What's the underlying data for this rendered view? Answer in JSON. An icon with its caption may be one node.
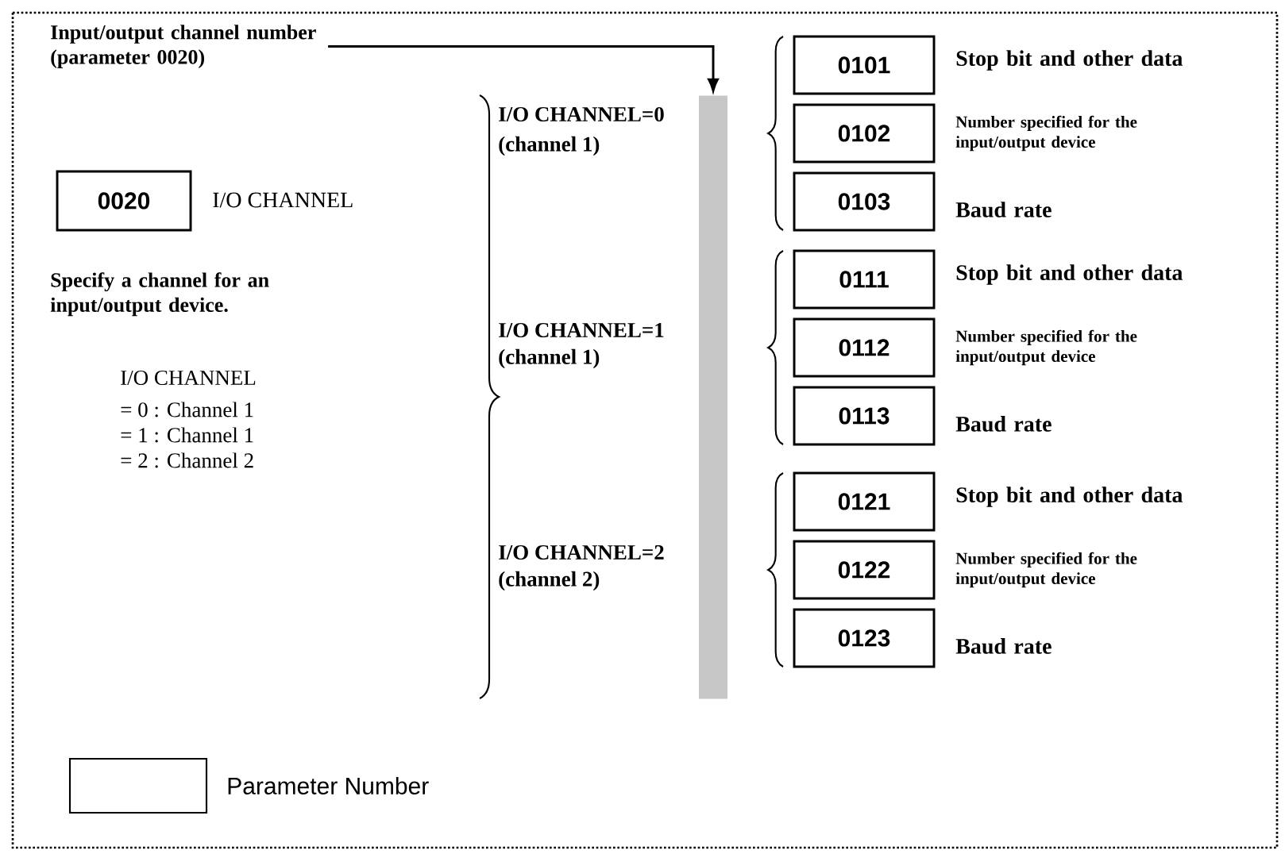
{
  "diagram": {
    "nodes": [
      {
        "text": [
          "Input/output channel number (parameter 0020)"
        ]
      },
      {
        "text": [],
        "shape": "bar"
      },
      {
        "text": [
          "0020"
        ],
        "beside": [
          "I/O CHANNEL"
        ]
      },
      {
        "text": [
          "0101"
        ],
        "beside": [
          "Stop bit and other data"
        ]
      },
      {
        "text": [
          "0102"
        ],
        "beside": [
          "Number specified for the input/output device"
        ]
      },
      {
        "text": [
          "0103"
        ],
        "beside": [
          "Baud rate"
        ]
      },
      {
        "text": [
          "0111"
        ],
        "beside": [
          "Stop bit and other data"
        ]
      },
      {
        "text": [
          "0112"
        ],
        "beside": [
          "Number specified for the input/output device"
        ]
      },
      {
        "text": [
          "0113"
        ],
        "beside": [
          "Baud rate"
        ]
      },
      {
        "text": [
          "0121"
        ],
        "beside": [
          "Stop bit and other data"
        ]
      },
      {
        "text": [
          "0122"
        ],
        "beside": [
          "Number specified for the input/output device"
        ]
      },
      {
        "text": [
          "0123"
        ],
        "beside": [
          "Baud rate"
        ]
      }
    ],
    "edges": [
      {
        "from": 0,
        "to": 1,
        "arrow": "to"
      }
    ],
    "labels": [
      "Specify a channel for an input/output device.",
      "I/O CHANNEL",
      "= 0 : Channel 1",
      "= 1 : Channel 1",
      "= 2 : Channel 2",
      "I/O CHANNEL=0",
      "(channel 1)",
      "I/O CHANNEL=1",
      "(channel 1)",
      "I/O CHANNEL=2",
      "(channel 2)"
    ],
    "legend": [
      {
        "text": "Parameter Number"
      }
    ]
  }
}
